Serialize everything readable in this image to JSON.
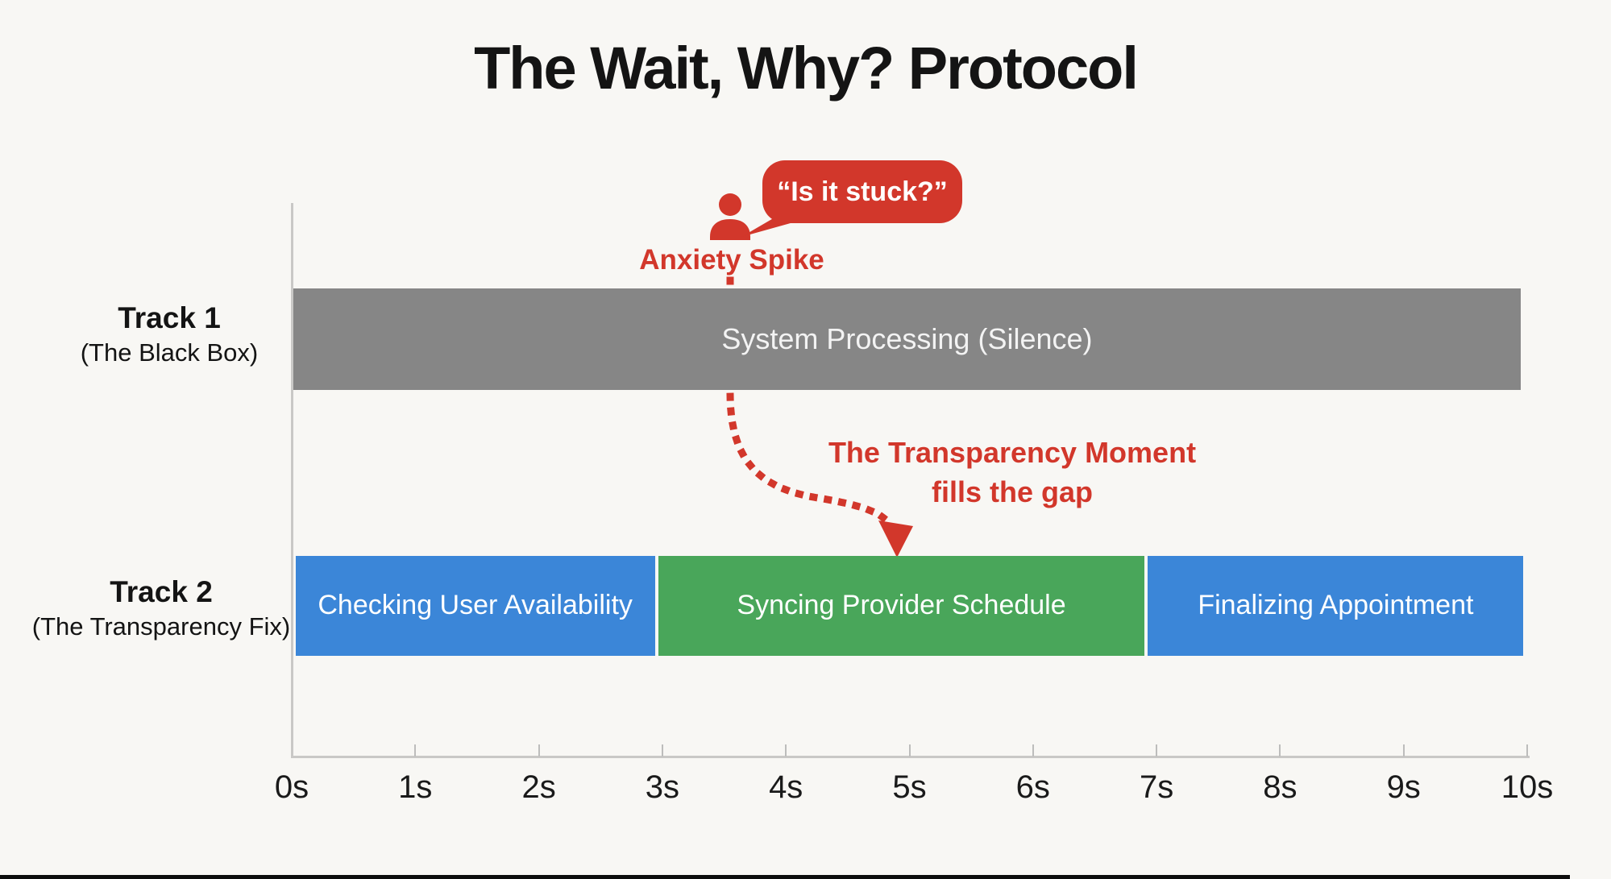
{
  "title": "The Wait, Why? Protocol",
  "annotation": {
    "bubble_text": "“Is it stuck?”",
    "anxiety_label": "Anxiety Spike",
    "transparency_line1": "The Transparency Moment",
    "transparency_line2": "fills the gap",
    "person_icon": "person-icon",
    "arrow_icon": "dotted-arrow-icon"
  },
  "tracks": {
    "track1": {
      "name": "Track 1",
      "subtitle": "(The Black Box)"
    },
    "track2": {
      "name": "Track 2",
      "subtitle": "(The Transparency Fix)"
    }
  },
  "chart_data": {
    "type": "gantt-timeline",
    "x_unit": "seconds",
    "xlim": [
      0,
      10
    ],
    "axis_ticks": [
      "0s",
      "1s",
      "2s",
      "3s",
      "4s",
      "5s",
      "6s",
      "7s",
      "8s",
      "9s",
      "10s"
    ],
    "rows": [
      {
        "track": "Track 1 (The Black Box)",
        "segments": [
          {
            "label": "System Processing (Silence)",
            "start_s": 0.01,
            "end_s": 9.95,
            "color": "gray"
          }
        ]
      },
      {
        "track": "Track 2 (The Transparency Fix)",
        "segments": [
          {
            "label": "Checking User Availability",
            "start_s": 0.03,
            "end_s": 2.94,
            "color": "blue"
          },
          {
            "label": "Syncing Provider Schedule",
            "start_s": 2.97,
            "end_s": 6.9,
            "color": "green"
          },
          {
            "label": "Finalizing Appointment",
            "start_s": 6.93,
            "end_s": 9.97,
            "color": "blue"
          }
        ]
      }
    ],
    "annotations": [
      {
        "text": "Anxiety Spike",
        "at_s": 3.55,
        "target": "Track 1"
      },
      {
        "text": "The Transparency Moment fills the gap",
        "arrow_points_to_s": 4.9,
        "target": "Track 2"
      }
    ]
  },
  "colors": {
    "background": "#f8f7f4",
    "red": "#d2372b",
    "blue": "#3b86d8",
    "green": "#49a65a",
    "gray": "#868686",
    "axis": "#c9c8c6",
    "text": "#141414"
  }
}
